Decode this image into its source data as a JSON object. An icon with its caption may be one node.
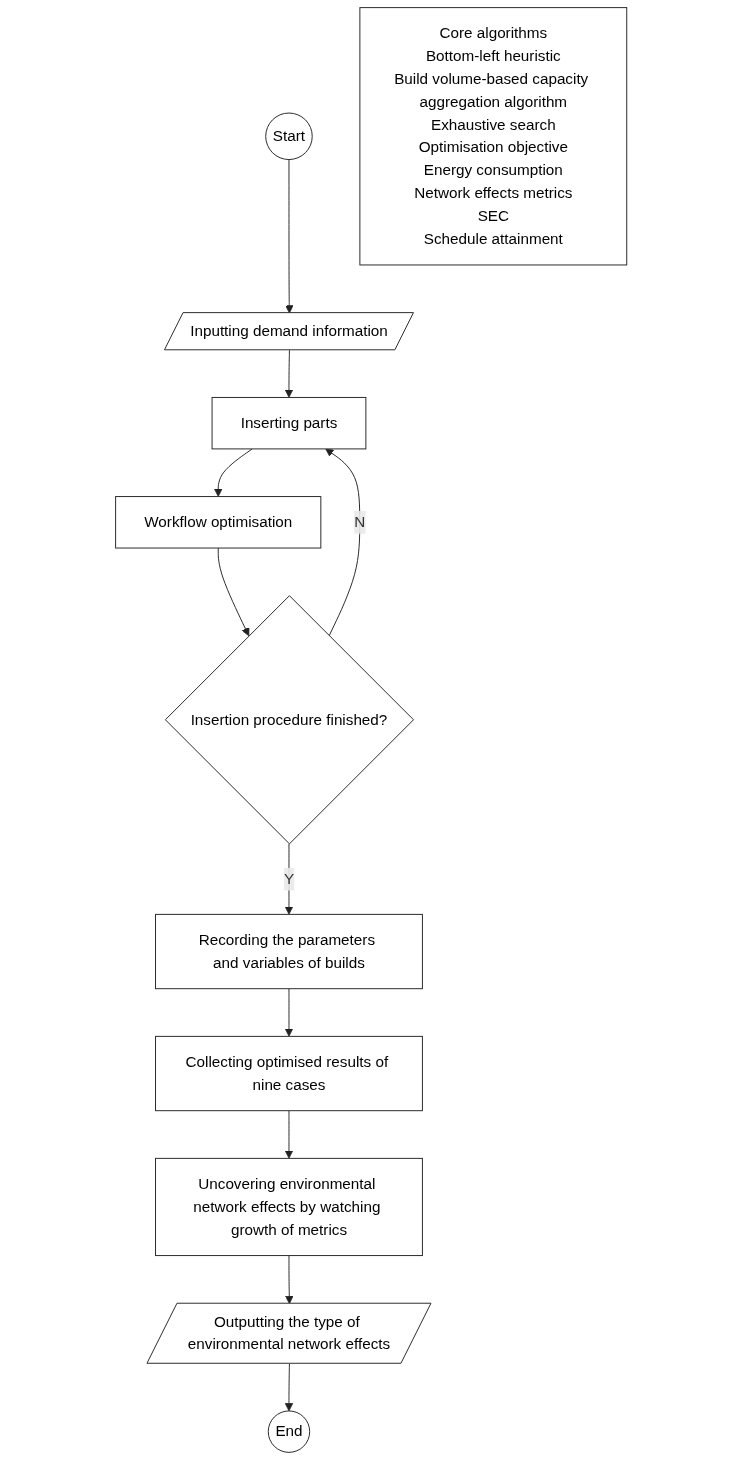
{
  "diagram": {
    "nodes": [
      {
        "text": [
          "Start"
        ]
      },
      {
        "text": [
          "Inputting demand information"
        ]
      },
      {
        "text": [
          "Inserting parts"
        ]
      },
      {
        "text": [
          "Workflow optimisation"
        ]
      },
      {
        "text": [
          "Insertion procedure finished?"
        ]
      },
      {
        "text": [
          "Recording the parameters and variables of builds"
        ]
      },
      {
        "text": [
          "Collecting optimised results of nine cases"
        ]
      },
      {
        "text": [
          "Uncovering environmental network effects by watching growth of metrics"
        ]
      },
      {
        "text": [
          "Outputting the type of environmental network effects"
        ]
      },
      {
        "text": [
          "End"
        ]
      },
      {
        "text": [
          "Core algorithms",
          "Bottom-left heuristic",
          "Build volume-based capacity aggregation algorithm",
          "Exhaustive search",
          "Optimisation objective",
          "Energy consumption",
          "Network effects metrics",
          "SEC",
          "Schedule attainment"
        ]
      }
    ],
    "edges": [
      {
        "from": 0,
        "to": 1,
        "arrow": "to"
      },
      {
        "from": 1,
        "to": 2,
        "arrow": "to"
      },
      {
        "from": 2,
        "to": 3,
        "arrow": "to"
      },
      {
        "from": 3,
        "to": 4,
        "arrow": "to"
      },
      {
        "from": 4,
        "to": 5,
        "arrow": "to",
        "label": "Y"
      },
      {
        "from": 4,
        "to": 2,
        "arrow": "to",
        "label": "N"
      },
      {
        "from": 5,
        "to": 6,
        "arrow": "to"
      },
      {
        "from": 6,
        "to": 7,
        "arrow": "to"
      },
      {
        "from": 7,
        "to": 8,
        "arrow": "to"
      },
      {
        "from": 8,
        "to": 9,
        "arrow": "to"
      }
    ]
  }
}
